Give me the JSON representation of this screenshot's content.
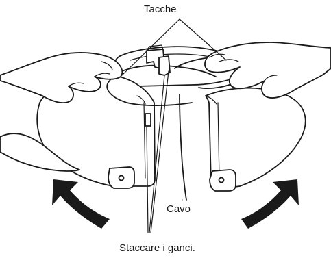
{
  "labels": {
    "notches": "Tacche",
    "cable": "Cavo",
    "detach_hooks": "Staccare i ganci."
  }
}
